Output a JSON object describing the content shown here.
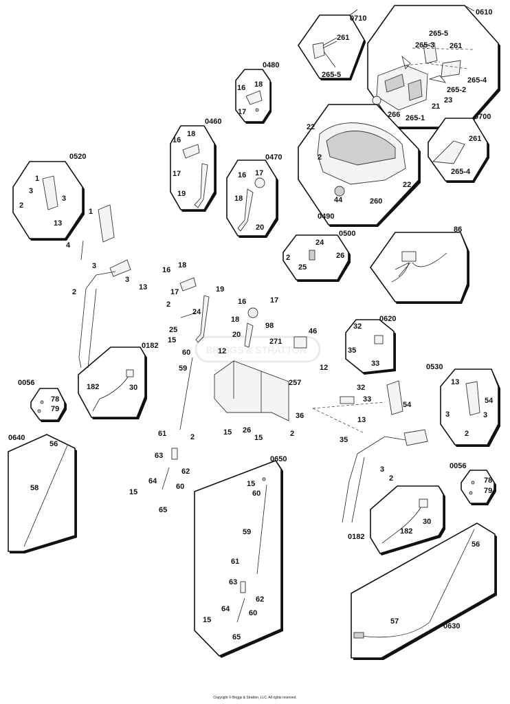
{
  "diagram": {
    "copyright": "Copyright © Briggs & Stratton, LLC. All rights reserved.",
    "watermark": "BRIGGS & STRATTON",
    "kit_numbers": {
      "k0710": "0710",
      "k0610": "0610",
      "k0480": "0480",
      "k0460": "0460",
      "k0470": "0470",
      "k0520": "0520",
      "k0490": "0490",
      "k0700": "0700",
      "k0500": "0500",
      "k0182a": "0182",
      "k0056a": "0056",
      "k0640": "0640",
      "k0620": "0620",
      "k0530": "0530",
      "k0650": "0650",
      "k0056b": "0056",
      "k0182b": "0182",
      "k0630": "0630"
    },
    "callouts": {
      "c261a": "261",
      "c265_5a": "265-5",
      "c265_5b": "265-5",
      "c265_3": "265-3",
      "c261b": "261",
      "c265_4a": "265-4",
      "c265_2": "265-2",
      "c266": "266",
      "c21": "21",
      "c23": "23",
      "c265_1": "265-1",
      "c18a": "18",
      "c16a": "16",
      "c17a": "17",
      "c16b": "16",
      "c18b": "18",
      "c17b": "17",
      "c19a": "19",
      "c16c": "16",
      "c17c": "17",
      "c18c": "18",
      "c20a": "20",
      "c22a": "22",
      "c2a": "2",
      "c22b": "22",
      "c44": "44",
      "c260": "260",
      "c261c": "261",
      "c265_4b": "265-4",
      "c1a": "1",
      "c3a": "3",
      "c2b": "2",
      "c3b": "3",
      "c13a": "13",
      "c1b": "1",
      "c4": "4",
      "c3c": "3",
      "c2c": "2",
      "c3d": "3",
      "c13b": "13",
      "c18d": "18",
      "c16d": "16",
      "c17d": "17",
      "c19b": "19",
      "c2d": "2",
      "c24a": "24",
      "c25a": "25",
      "c15a": "15",
      "c60a": "60",
      "c59a": "59",
      "c16e": "16",
      "c17e": "17",
      "c18e": "18",
      "c98": "98",
      "c20b": "20",
      "c46": "46",
      "c271": "271",
      "c12a": "12",
      "c257": "257",
      "c12b": "12",
      "c2e": "2",
      "c24b": "24",
      "c25b": "25",
      "c26a": "26",
      "c86": "86",
      "c182a": "182",
      "c30a": "30",
      "c78a": "78",
      "c79a": "79",
      "c56a": "56",
      "c58": "58",
      "c2f": "2",
      "c15b": "15",
      "c26b": "26",
      "c36": "36",
      "c15c": "15",
      "c2g": "2",
      "c61a": "61",
      "c63a": "63",
      "c62a": "62",
      "c64a": "64",
      "c60b": "60",
      "c15d": "15",
      "c65a": "65",
      "c32a": "32",
      "c35a": "35",
      "c33a": "33",
      "c32b": "32",
      "c33b": "33",
      "c54a": "54",
      "c13c": "13",
      "c35b": "35",
      "c3e": "3",
      "c2h": "2",
      "c13d": "13",
      "c54b": "54",
      "c3f": "3",
      "c3g": "3",
      "c2i": "2",
      "c15e": "15",
      "c60c": "60",
      "c59b": "59",
      "c61b": "61",
      "c63b": "63",
      "c62b": "62",
      "c64b": "64",
      "c60d": "60",
      "c15f": "15",
      "c65b": "65",
      "c78b": "78",
      "c79b": "79",
      "c182b": "182",
      "c30b": "30",
      "c56b": "56",
      "c57": "57"
    }
  }
}
